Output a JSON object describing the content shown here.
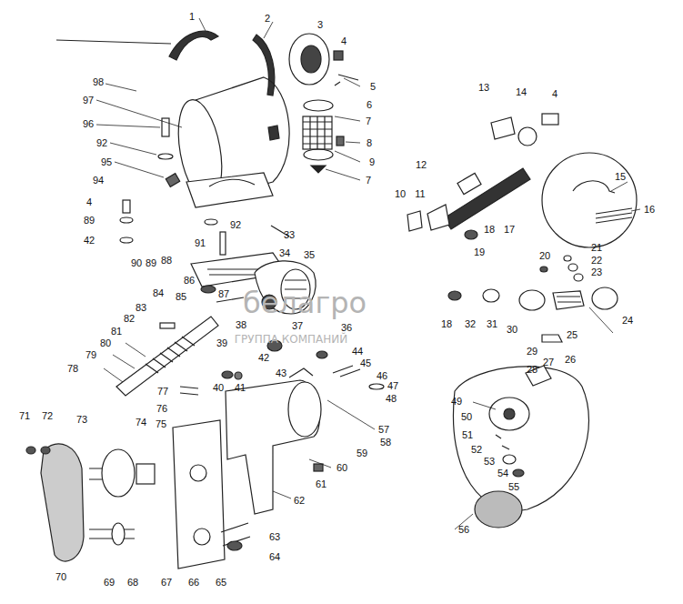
{
  "diagram": {
    "labels": [
      "1",
      "2",
      "3",
      "4",
      "98",
      "5",
      "13",
      "14",
      "4",
      "97",
      "6",
      "7",
      "96",
      "8",
      "92",
      "9",
      "95",
      "12",
      "15",
      "7",
      "94",
      "10",
      "11",
      "4",
      "16",
      "89",
      "92",
      "17",
      "18",
      "33",
      "42",
      "91",
      "19",
      "34",
      "35",
      "20",
      "21",
      "22",
      "23",
      "90",
      "89",
      "88",
      "86",
      "84",
      "87",
      "85",
      "83",
      "82",
      "24",
      "38",
      "18",
      "32",
      "31",
      "37",
      "36",
      "30",
      "81",
      "25",
      "39",
      "80",
      "44",
      "29",
      "79",
      "42",
      "28",
      "45",
      "43",
      "40",
      "41",
      "46",
      "78",
      "47",
      "77",
      "48",
      "49",
      "76",
      "71",
      "72",
      "50",
      "73",
      "74",
      "75",
      "57",
      "51",
      "58",
      "52",
      "59",
      "53",
      "60",
      "54",
      "61",
      "55",
      "62",
      "56",
      "63",
      "64",
      "70",
      "69",
      "68",
      "67",
      "66",
      "65",
      "белагро",
      "ГРУППА КОМПАНИЙ",
      "27",
      "26"
    ]
  }
}
